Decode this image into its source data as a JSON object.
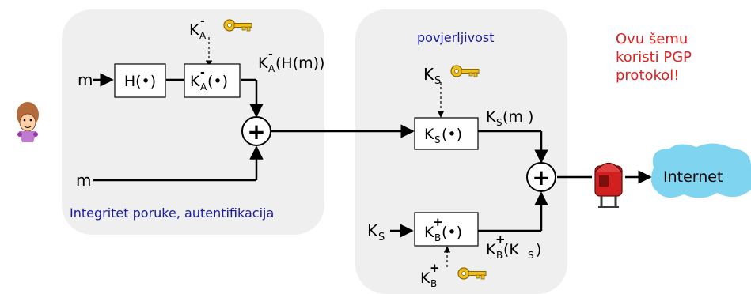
{
  "diagram": {
    "panel_left_caption": "Integritet poruke, autentifikacija",
    "panel_right_caption": "povjerljivost",
    "note": [
      "Ovu šemu",
      "koristi PGP",
      "protokol!"
    ],
    "input_m_top": "m",
    "input_m_bottom": "m",
    "input_ks": "K",
    "hash_box": "H(•)",
    "private_key": {
      "base": "K",
      "sub": "A",
      "sup": "-"
    },
    "private_box": {
      "base": "K",
      "sub": "A",
      "sup": "-",
      "arg": "(•)"
    },
    "signed_label": {
      "base": "K",
      "sub": "A",
      "sup": "-",
      "arg": "(H(m))"
    },
    "session_key": {
      "base": "K",
      "sub": "S"
    },
    "session_box": {
      "base": "K",
      "sub": "S",
      "arg": "(•)"
    },
    "encrypted_label": {
      "base": "K",
      "sub": "S",
      "arg": "(m )"
    },
    "public_key": {
      "base": "K",
      "sub": "B",
      "sup": "+"
    },
    "public_box": {
      "base": "K",
      "sub": "B",
      "sup": "+",
      "arg": "(•)"
    },
    "encrypted_key_label": {
      "base": "K",
      "sub": "B",
      "sup": "+",
      "arg": "(K",
      "arg_sub": "S",
      "arg_end": " )"
    },
    "plus_symbol": "+",
    "cloud_label": "Internet"
  },
  "colors": {
    "panel": "#efefef",
    "caption_blue": "#1a1aa0",
    "note_red": "#e02020",
    "key_gold": "#f0c020",
    "mailbox_red": "#d02020",
    "cloud": "#7fd4f0"
  },
  "icons": [
    "person-icon",
    "key-icon",
    "mailbox-icon",
    "cloud-icon"
  ]
}
